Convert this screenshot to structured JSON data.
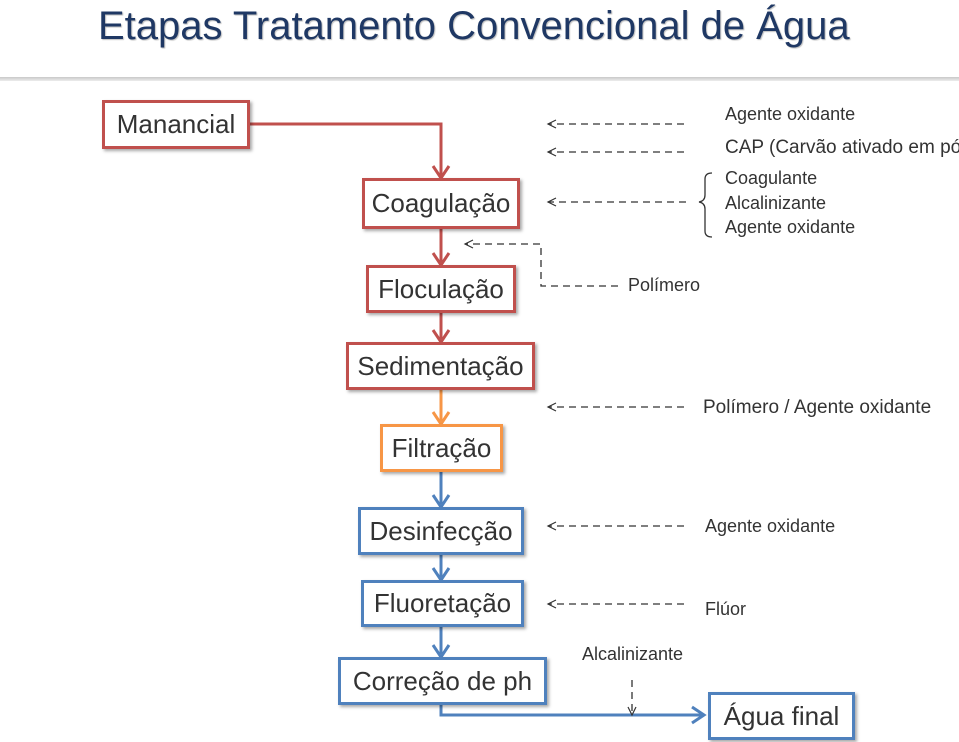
{
  "title": "Etapas Tratamento Convencional de Água",
  "colors": {
    "red": "#c0504d",
    "orange": "#f79646",
    "blue": "#4f81bd",
    "title": "#1f3864"
  },
  "stages": {
    "manancial": "Manancial",
    "coagulacao": "Coagulação",
    "floculacao": "Floculação",
    "sedimentacao": "Sedimentação",
    "filtracao": "Filtração",
    "desinfeccao": "Desinfecção",
    "fluoretacao": "Fluoretação",
    "correcao_ph": "Correção de ph",
    "agua_final": "Água final"
  },
  "inputs": {
    "agente_oxidante_1": "Agente oxidante",
    "cap": "CAP (Carvão ativado em pó)",
    "coagulante": "Coagulante",
    "alcalinizante_1": "Alcalinizante",
    "agente_oxidante_2": "Agente oxidante",
    "polimero": "Polímero",
    "polimero_agente_oxidante": "Polímero / Agente oxidante",
    "agente_oxidante_3": "Agente oxidante",
    "fluor": "Flúor",
    "alcalinizante_2": "Alcalinizante"
  }
}
